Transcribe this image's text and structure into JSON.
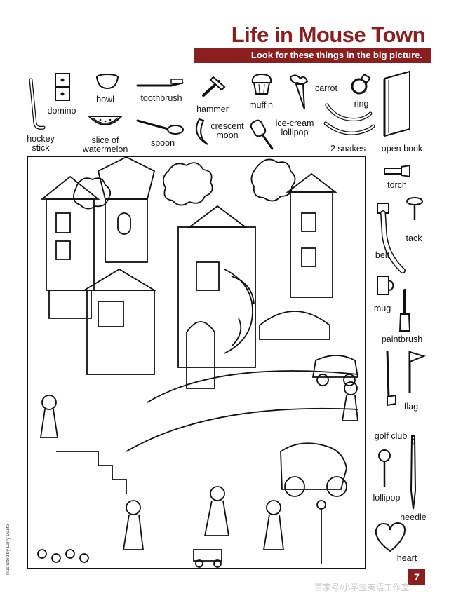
{
  "header": {
    "title": "Life in Mouse Town",
    "subtitle": "Look for these things in the big picture."
  },
  "items": {
    "hockey_stick": "hockey\nstick",
    "domino": "domino",
    "bowl": "bowl",
    "watermelon": "slice of\nwatermelon",
    "toothbrush": "toothbrush",
    "spoon": "spoon",
    "hammer": "hammer",
    "crescent_moon": "crescent\nmoon",
    "muffin": "muffin",
    "ice_cream_lollipop": "ice-cream\nlollipop",
    "carrot": "carrot",
    "ring": "ring",
    "two_snakes": "2 snakes",
    "open_book": "open book",
    "torch": "torch",
    "tack": "tack",
    "belt": "belt",
    "mug": "mug",
    "paintbrush": "paintbrush",
    "flag": "flag",
    "golf_club": "golf club",
    "lollipop": "lollipop",
    "needle": "needle",
    "heart": "heart"
  },
  "footer": {
    "credit": "Illustrated by Larry Daste",
    "page_number": "7",
    "watermark": "百家号/小学宝英语工作室"
  },
  "colors": {
    "accent": "#8b1e1e",
    "ink": "#111111"
  }
}
